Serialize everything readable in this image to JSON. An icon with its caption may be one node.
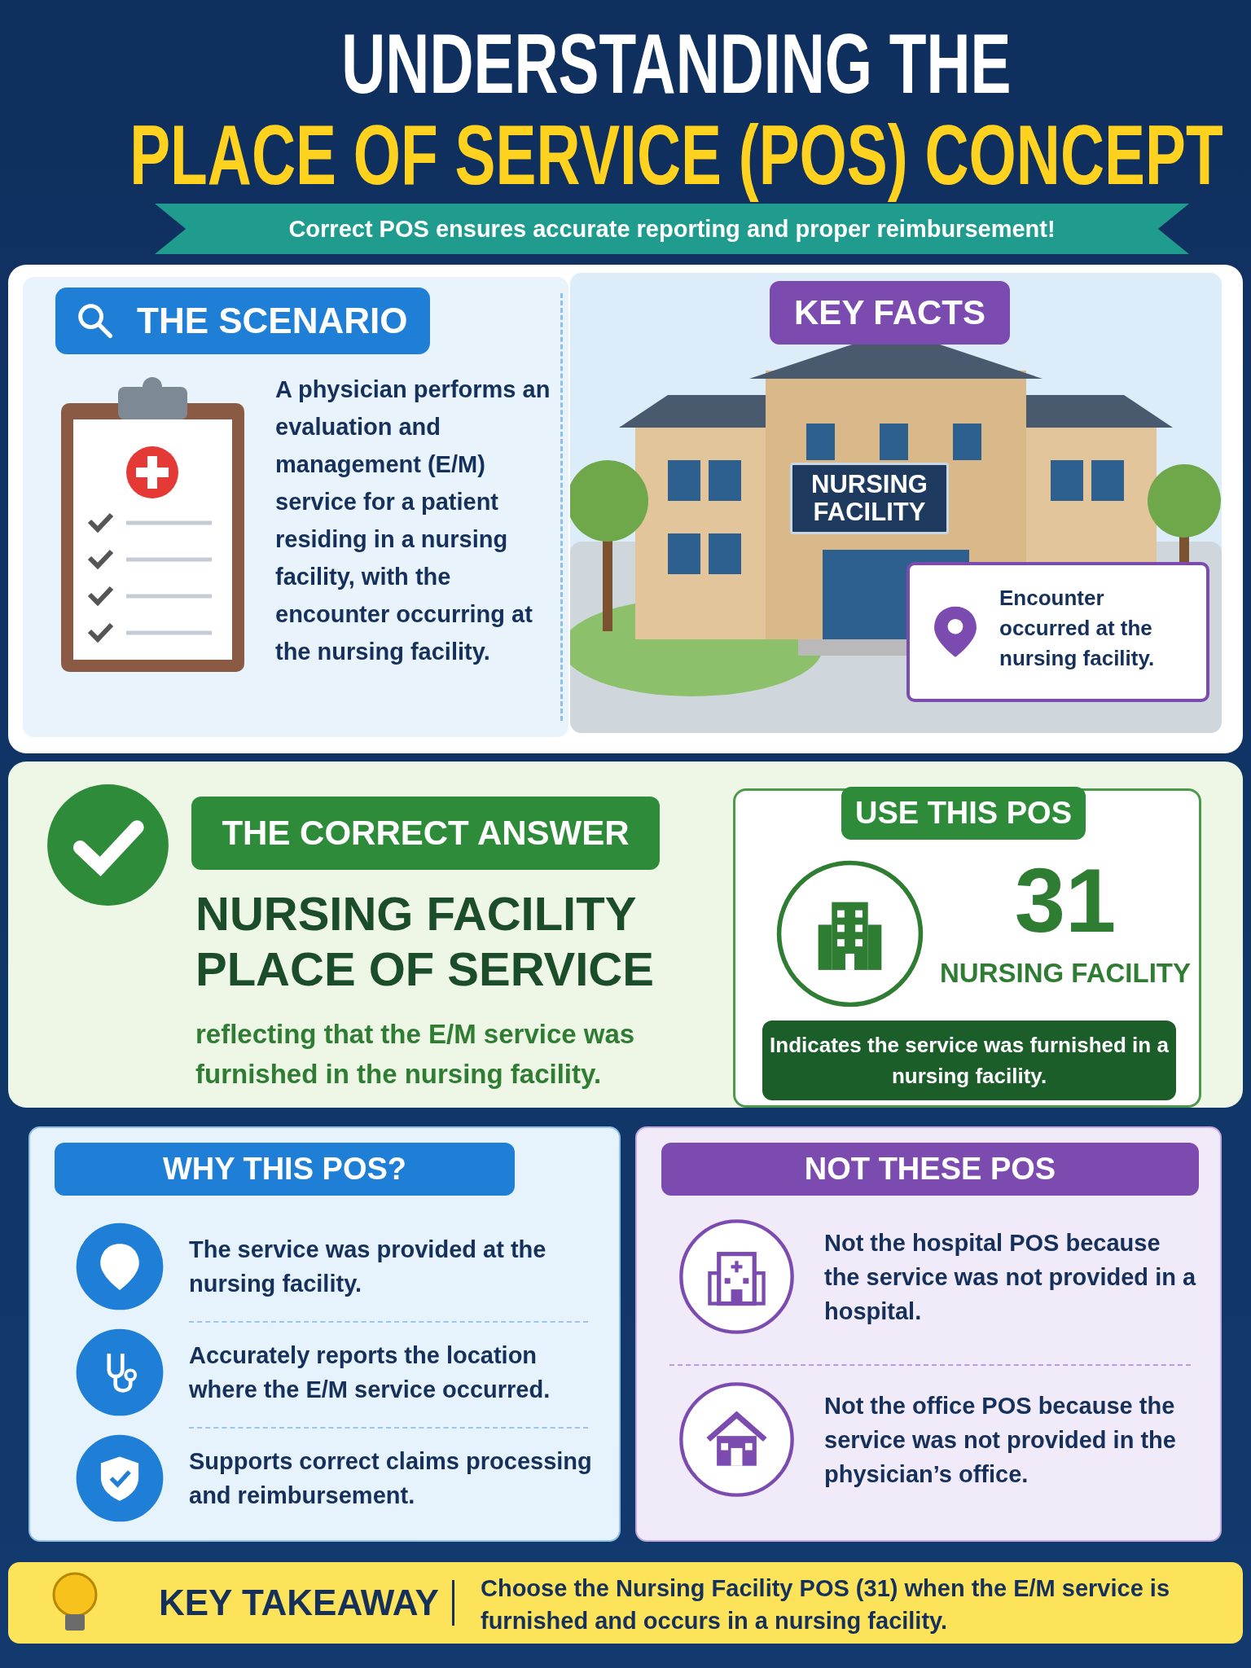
{
  "diagram": {
    "title": "UNDERSTANDING THE PLACE OF SERVICE (POS) CONCEPT",
    "nodes": [
      {
        "text": [
          "Correct POS ensures accurate reporting and proper reimbursement!"
        ]
      },
      {
        "text": [
          "THE SCENARIO",
          "A physician performs an evaluation and management (E/M) service for a patient residing in a nursing facility, with the encounter occurring at the nursing facility."
        ]
      },
      {
        "text": [
          "KEY FACTS"
        ]
      },
      {
        "text": [
          "NURSING FACILITY"
        ]
      },
      {
        "text": [
          "Encounter occurred at the nursing facility."
        ]
      },
      {
        "text": [
          "THE CORRECT ANSWER",
          "NURSING FACILITY PLACE OF SERVICE",
          "reflecting that the E/M service was furnished in the nursing facility."
        ]
      },
      {
        "text": [
          "USE THIS POS",
          "31",
          "NURSING FACILITY"
        ]
      },
      {
        "text": [
          "Indicates the service was furnished in a nursing facility."
        ],
        "in": 6
      },
      {
        "text": [
          "WHY THIS POS?",
          "The service was provided at the nursing facility.",
          "Accurately reports the location where the E/M service occurred.",
          "Supports correct claims processing and reimbursement."
        ]
      },
      {
        "text": [
          "NOT THESE POS",
          "Not the hospital POS because the service was not provided in a hospital.",
          "Not the office POS because the service was not provided in the physician’s office."
        ]
      },
      {
        "text": [
          "KEY TAKEAWAY",
          "Choose the Nursing Facility POS (31) when the E/M service is furnished and occurs in a nursing facility."
        ]
      }
    ]
  }
}
